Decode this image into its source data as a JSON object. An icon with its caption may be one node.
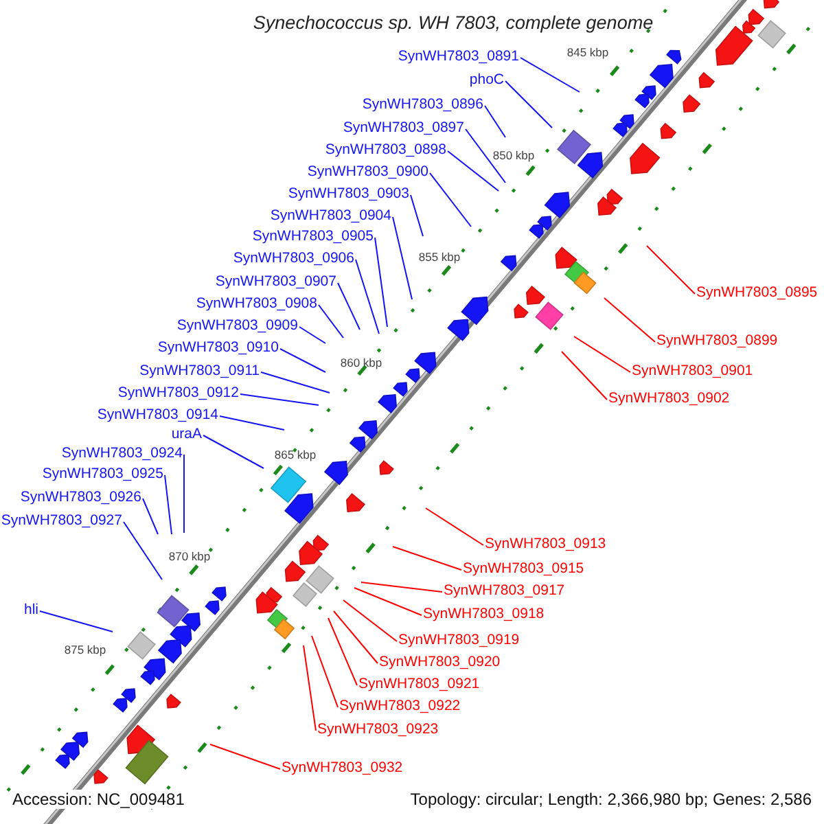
{
  "diagram": {
    "title": "Synechococcus sp. WH 7803, complete genome",
    "nodes": [
      {
        "text": [
          "SynWH7803_0891"
        ]
      },
      {
        "text": [
          "phoC"
        ]
      },
      {
        "text": [
          "SynWH7803_0896"
        ]
      },
      {
        "text": [
          "SynWH7803_0897"
        ]
      },
      {
        "text": [
          "SynWH7803_0898"
        ]
      },
      {
        "text": [
          "SynWH7803_0900"
        ]
      },
      {
        "text": [
          "SynWH7803_0903"
        ]
      },
      {
        "text": [
          "SynWH7803_0904"
        ]
      },
      {
        "text": [
          "SynWH7803_0905"
        ]
      },
      {
        "text": [
          "SynWH7803_0906"
        ]
      },
      {
        "text": [
          "SynWH7803_0907"
        ]
      },
      {
        "text": [
          "SynWH7803_0908"
        ]
      },
      {
        "text": [
          "SynWH7803_0909"
        ]
      },
      {
        "text": [
          "SynWH7803_0910"
        ]
      },
      {
        "text": [
          "SynWH7803_0911"
        ]
      },
      {
        "text": [
          "SynWH7803_0912"
        ]
      },
      {
        "text": [
          "SynWH7803_0914"
        ]
      },
      {
        "text": [
          "uraA"
        ]
      },
      {
        "text": [
          "SynWH7803_0924"
        ]
      },
      {
        "text": [
          "SynWH7803_0925"
        ]
      },
      {
        "text": [
          "SynWH7803_0926"
        ]
      },
      {
        "text": [
          "SynWH7803_0927"
        ]
      },
      {
        "text": [
          "hli"
        ]
      },
      {
        "text": [
          "SynWH7803_0895"
        ]
      },
      {
        "text": [
          "SynWH7803_0899"
        ]
      },
      {
        "text": [
          "SynWH7803_0901"
        ]
      },
      {
        "text": [
          "SynWH7803_0902"
        ]
      },
      {
        "text": [
          "SynWH7803_0913"
        ]
      },
      {
        "text": [
          "SynWH7803_0915"
        ]
      },
      {
        "text": [
          "SynWH7803_0917"
        ]
      },
      {
        "text": [
          "SynWH7803_0918"
        ]
      },
      {
        "text": [
          "SynWH7803_0919"
        ]
      },
      {
        "text": [
          "SynWH7803_0920"
        ]
      },
      {
        "text": [
          "SynWH7803_0921"
        ]
      },
      {
        "text": [
          "SynWH7803_0922"
        ]
      },
      {
        "text": [
          "SynWH7803_0923"
        ]
      },
      {
        "text": [
          "SynWH7803_0932"
        ]
      }
    ],
    "edges": [
      {
        "from": 0,
        "to": null,
        "arrow": "none"
      },
      {
        "from": 1,
        "to": null,
        "arrow": "none"
      },
      {
        "from": 2,
        "to": null,
        "arrow": "none"
      },
      {
        "from": 3,
        "to": null,
        "arrow": "none"
      },
      {
        "from": 4,
        "to": null,
        "arrow": "none"
      },
      {
        "from": 5,
        "to": null,
        "arrow": "none"
      },
      {
        "from": 6,
        "to": null,
        "arrow": "none"
      },
      {
        "from": 7,
        "to": null,
        "arrow": "none"
      },
      {
        "from": 8,
        "to": null,
        "arrow": "none"
      },
      {
        "from": 9,
        "to": null,
        "arrow": "none"
      },
      {
        "from": 10,
        "to": null,
        "arrow": "none"
      },
      {
        "from": 11,
        "to": null,
        "arrow": "none"
      },
      {
        "from": 12,
        "to": null,
        "arrow": "none"
      },
      {
        "from": 13,
        "to": null,
        "arrow": "none"
      },
      {
        "from": 14,
        "to": null,
        "arrow": "none"
      },
      {
        "from": 15,
        "to": null,
        "arrow": "none"
      },
      {
        "from": 16,
        "to": null,
        "arrow": "none"
      },
      {
        "from": 17,
        "to": null,
        "arrow": "none"
      },
      {
        "from": 18,
        "to": null,
        "arrow": "none"
      },
      {
        "from": 19,
        "to": null,
        "arrow": "none"
      },
      {
        "from": 20,
        "to": null,
        "arrow": "none"
      },
      {
        "from": 21,
        "to": null,
        "arrow": "none"
      },
      {
        "from": 22,
        "to": null,
        "arrow": "none"
      },
      {
        "from": 23,
        "to": null,
        "arrow": "none",
        "color": "#ff0000"
      },
      {
        "from": 24,
        "to": null,
        "arrow": "none",
        "color": "#ff0000"
      },
      {
        "from": 25,
        "to": null,
        "arrow": "none",
        "color": "#ff0000"
      },
      {
        "from": 26,
        "to": null,
        "arrow": "none",
        "color": "#ff0000"
      },
      {
        "from": 27,
        "to": null,
        "arrow": "none",
        "color": "#ff0000"
      },
      {
        "from": 28,
        "to": null,
        "arrow": "none",
        "color": "#ff0000"
      },
      {
        "from": 29,
        "to": null,
        "arrow": "none",
        "color": "#ff0000"
      },
      {
        "from": 30,
        "to": null,
        "arrow": "none",
        "color": "#ff0000"
      },
      {
        "from": 31,
        "to": null,
        "arrow": "none",
        "color": "#ff0000"
      },
      {
        "from": 32,
        "to": null,
        "arrow": "none",
        "color": "#ff0000"
      },
      {
        "from": 33,
        "to": null,
        "arrow": "none",
        "color": "#ff0000"
      },
      {
        "from": 34,
        "to": null,
        "arrow": "none",
        "color": "#ff0000"
      },
      {
        "from": 35,
        "to": null,
        "arrow": "none",
        "color": "#ff0000"
      },
      {
        "from": 36,
        "to": null,
        "arrow": "none",
        "color": "#ff0000"
      }
    ],
    "labels": [
      "845 kbp",
      "850 kbp",
      "855 kbp",
      "860 kbp",
      "865 kbp",
      "870 kbp",
      "875 kbp",
      "Accession: NC_009481",
      "Topology: circular; Length: 2,366,980 bp; Genes: 2,586"
    ]
  }
}
